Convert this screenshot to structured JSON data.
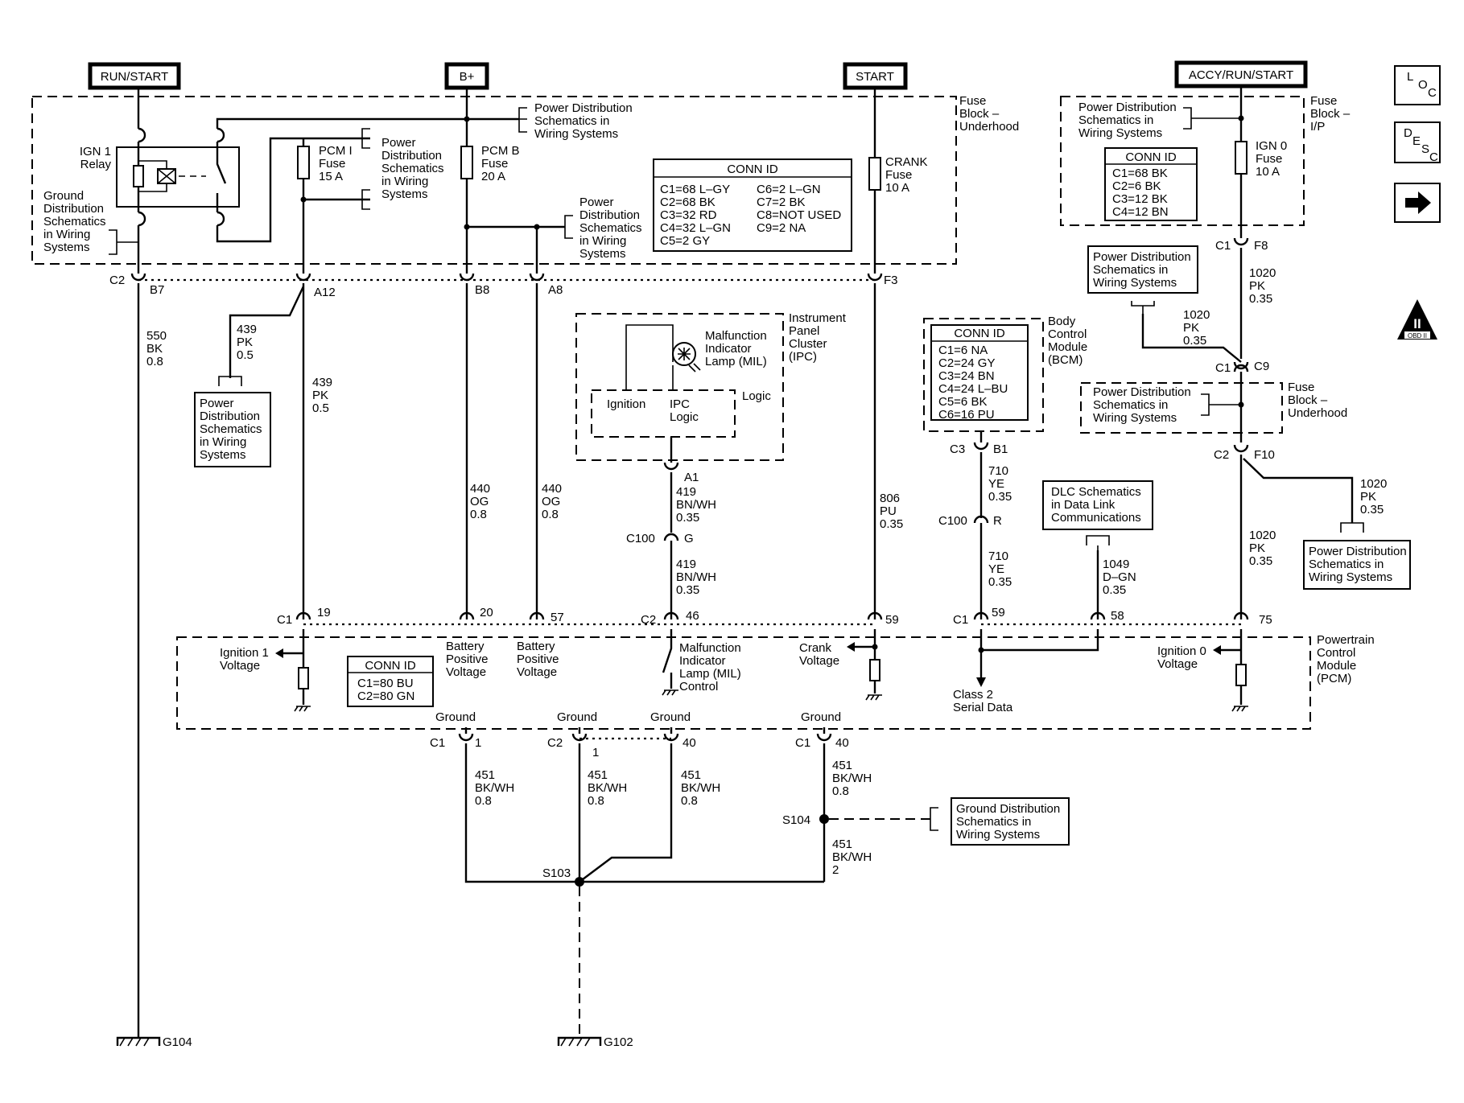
{
  "power_labels": {
    "run_start": "RUN/START",
    "b_plus": "B+",
    "start": "START",
    "accy_run_start": "ACCY/RUN/START"
  },
  "nav_buttons": {
    "loc": [
      "L",
      "O",
      "C"
    ],
    "desc": [
      "D",
      "E",
      "S",
      "C"
    ],
    "obd_text": "OBD II",
    "obd_roman": "II"
  },
  "fuse_block_underhood": {
    "title": [
      "Fuse",
      "Block –",
      "Underhood"
    ],
    "relay_label": [
      "IGN 1",
      "Relay"
    ],
    "ground_ref": [
      "Ground",
      "Distribution",
      "Schematics",
      "in Wiring",
      "Systems"
    ],
    "pd_ref_top": [
      "Power Distribution",
      "Schematics in",
      "Wiring Systems"
    ],
    "pd_ref_mid": [
      "Power",
      "Distribution",
      "Schematics",
      "in Wiring",
      "Systems"
    ],
    "pd_ref_right": [
      "Power",
      "Distribution",
      "Schematics",
      "in Wiring",
      "Systems"
    ],
    "pcm_i_fuse": [
      "PCM I",
      "Fuse",
      "15 A"
    ],
    "pcm_b_fuse": [
      "PCM B",
      "Fuse",
      "20 A"
    ],
    "crank_fuse": [
      "CRANK",
      "Fuse",
      "10 A"
    ],
    "conn_id_title": "CONN ID",
    "conn_id_left": [
      "C1=68 L–GY",
      "C2=68 BK",
      "C3=32 RD",
      "C4=32 L–GN",
      "C5=2 GY"
    ],
    "conn_id_right": [
      "C6=2 L–GN",
      "C7=2 BK",
      "C8=NOT USED",
      "C9=2 NA"
    ]
  },
  "fuse_block_ip": {
    "title": [
      "Fuse",
      "Block –",
      "I/P"
    ],
    "pd_ref": [
      "Power Distribution",
      "Schematics in",
      "Wiring Systems"
    ],
    "conn_id_title": "CONN ID",
    "conn_id": [
      "C1=68 BK",
      "C2=6 BK",
      "C3=12 BK",
      "C4=12 BN"
    ],
    "ign0_fuse": [
      "IGN 0",
      "Fuse",
      "10 A"
    ]
  },
  "connectors": {
    "c2": "C2",
    "b7": "B7",
    "a12": "A12",
    "b8": "B8",
    "a8": "A8",
    "f3": "F3",
    "c1": "C1",
    "f8": "F8",
    "c9": "C9",
    "c3": "C3",
    "b1": "B1",
    "c100": "C100",
    "r": "R",
    "g": "G",
    "f10": "F10",
    "a1": "A1",
    "p19": "19",
    "p20": "20",
    "p57": "57",
    "p46": "46",
    "p59": "59",
    "p59b": "59",
    "p58": "58",
    "p75": "75",
    "g1": "1",
    "g1b": "1",
    "g40": "40",
    "g40b": "40"
  },
  "wires": {
    "w550": [
      "550",
      "BK",
      "0.8"
    ],
    "w439a": [
      "439",
      "PK",
      "0.5"
    ],
    "w439b": [
      "439",
      "PK",
      "0.5"
    ],
    "w440a": [
      "440",
      "OG",
      "0.8"
    ],
    "w440b": [
      "440",
      "OG",
      "0.8"
    ],
    "w419a": [
      "419",
      "BN/WH",
      "0.35"
    ],
    "w419b": [
      "419",
      "BN/WH",
      "0.35"
    ],
    "w806": [
      "806",
      "PU",
      "0.35"
    ],
    "w710a": [
      "710",
      "YE",
      "0.35"
    ],
    "w710b": [
      "710",
      "YE",
      "0.35"
    ],
    "w1049": [
      "1049",
      "D–GN",
      "0.35"
    ],
    "w1020a": [
      "1020",
      "PK",
      "0.35"
    ],
    "w1020b": [
      "1020",
      "PK",
      "0.35"
    ],
    "w1020c": [
      "1020",
      "PK",
      "0.35"
    ],
    "w1020d": [
      "1020",
      "PK",
      "0.35"
    ],
    "w451a": [
      "451",
      "BK/WH",
      "0.8"
    ],
    "w451b": [
      "451",
      "BK/WH",
      "0.8"
    ],
    "w451c": [
      "451",
      "BK/WH",
      "0.8"
    ],
    "w451d": [
      "451",
      "BK/WH",
      "0.8"
    ],
    "w451e": [
      "451",
      "BK/WH",
      "2"
    ]
  },
  "refs": {
    "pd_439": [
      "Power",
      "Distribution",
      "Schematics",
      "in Wiring",
      "Systems"
    ],
    "pd_1020_upper": [
      "Power Distribution",
      "Schematics in",
      "Wiring Systems"
    ],
    "pd_1020_lower": [
      "Power Distribution",
      "Schematics in",
      "Wiring Systems"
    ],
    "fuse_block_underhood2_pd": [
      "Power Distribution",
      "Schematics in",
      "Wiring Systems"
    ],
    "fuse_block_underhood2_title": [
      "Fuse",
      "Block –",
      "Underhood"
    ],
    "dlc": [
      "DLC Schematics",
      "in Data Link",
      "Communications"
    ],
    "ground_dist": [
      "Ground Distribution",
      "Schematics in",
      "Wiring Systems"
    ]
  },
  "ipc": {
    "title": [
      "Instrument",
      "Panel",
      "Cluster",
      "(IPC)"
    ],
    "mil": [
      "Malfunction",
      "Indicator",
      "Lamp (MIL)"
    ],
    "ignition": "Ignition",
    "ipc_logic": [
      "IPC",
      "Logic"
    ],
    "logic": "Logic"
  },
  "bcm": {
    "title": [
      "Body",
      "Control",
      "Module",
      "(BCM)"
    ],
    "conn_id_title": "CONN ID",
    "conn_id": [
      "C1=6 NA",
      "C2=24 GY",
      "C3=24 BN",
      "C4=24 L–BU",
      "C5=6 BK",
      "C6=16 PU"
    ]
  },
  "pcm": {
    "title": [
      "Powertrain",
      "Control",
      "Module",
      "(PCM)"
    ],
    "ign1_voltage": [
      "Ignition 1",
      "Voltage"
    ],
    "conn_id_title": "CONN ID",
    "conn_id": [
      "C1=80 BU",
      "C2=80 GN"
    ],
    "bat_pos_1": [
      "Battery",
      "Positive",
      "Voltage"
    ],
    "bat_pos_2": [
      "Battery",
      "Positive",
      "Voltage"
    ],
    "mil_control": [
      "Malfunction",
      "Indicator",
      "Lamp (MIL)",
      "Control"
    ],
    "crank_voltage": [
      "Crank",
      "Voltage"
    ],
    "class2": [
      "Class 2",
      "Serial Data"
    ],
    "ign0_voltage": [
      "Ignition 0",
      "Voltage"
    ],
    "ground1": "Ground",
    "ground2": "Ground",
    "ground3": "Ground",
    "ground4": "Ground"
  },
  "splices": {
    "s103": "S103",
    "s104": "S104"
  },
  "grounds": {
    "g104": "G104",
    "g102": "G102"
  }
}
